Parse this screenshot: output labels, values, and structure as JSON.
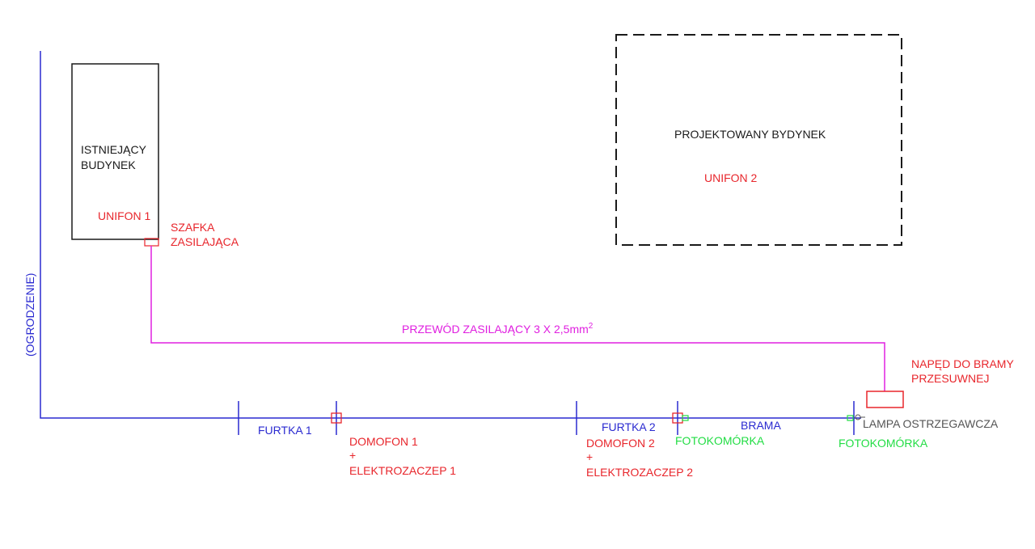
{
  "colors": {
    "outline": "#1a1a1a",
    "equipment": "#e8262c",
    "fence": "#2a2ad0",
    "power_cable": "#e020e0",
    "photocell": "#22dd44",
    "lamp": "#555555"
  },
  "existing_building": {
    "label_line1": "ISTNIEJĄCY",
    "label_line2": "BUDYNEK",
    "unifon": "UNIFON 1"
  },
  "cabinet": {
    "label_line1": "SZAFKA",
    "label_line2": "ZASILAJĄCA"
  },
  "projected_building": {
    "label": "PROJEKTOWANY BYDYNEK",
    "unifon": "UNIFON 2"
  },
  "fence": {
    "label": "(OGRODZENIE)"
  },
  "cable": {
    "label": "PRZEWÓD ZASILAJĄCY 3 X 2,5mm",
    "superscript": "2"
  },
  "gate_drive": {
    "label_line1": "NAPĘD DO BRAMY",
    "label_line2": "PRZESUWNEJ"
  },
  "openings": {
    "wicket1": "FURTKA 1",
    "wicket2": "FURTKA 2",
    "gate": "BRAMA"
  },
  "intercom1": {
    "line1": "DOMOFON 1",
    "plus": "+",
    "line2": "ELEKTROZACZEP 1"
  },
  "intercom2": {
    "line1": "DOMOFON 2",
    "plus": "+",
    "line2": "ELEKTROZACZEP 2"
  },
  "photocell1": "FOTOKOMÓRKA",
  "photocell2": "FOTOKOMÓRKA",
  "lamp": "LAMPA OSTRZEGAWCZA"
}
